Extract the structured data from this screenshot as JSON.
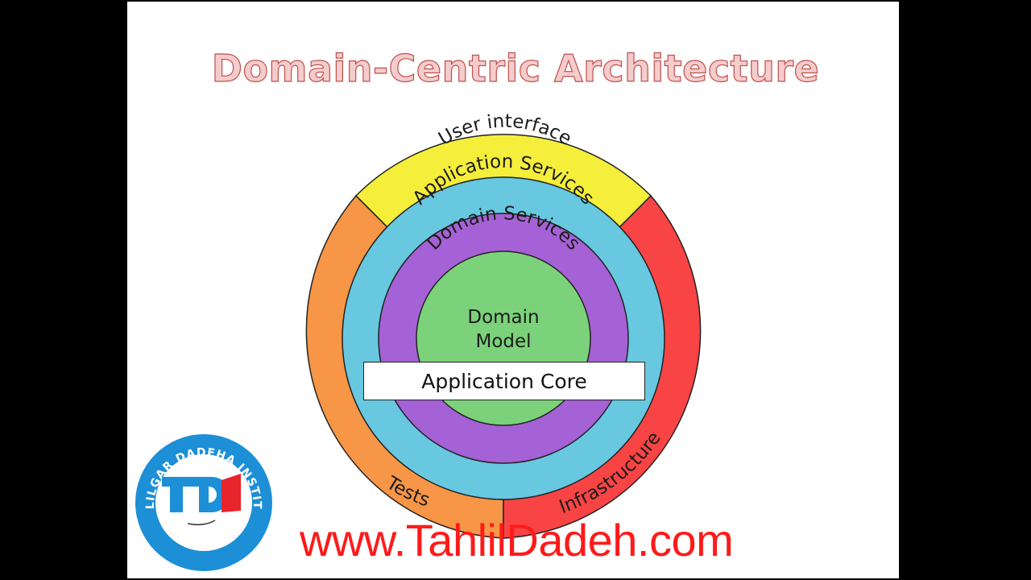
{
  "slide": {
    "title": "Domain-Centric  Architecture",
    "layers": {
      "user_interface": "User interface",
      "application_services": "Application Services",
      "domain_services": "Domain Services",
      "domain_model_line1": "Domain",
      "domain_model_line2": "Model",
      "tests": "Tests",
      "infrastructure": "Infrastructure"
    },
    "application_core": "Application Core",
    "colors": {
      "user_interface": "#f5ee3a",
      "application_services": "#67c8e0",
      "domain_services": "#a561d6",
      "domain_model": "#7cd27a",
      "tests": "#f79646",
      "infrastructure": "#f84444",
      "title_fill": "#f4cccc",
      "title_stroke": "#c0504d",
      "website": "#ff1a1a",
      "logo_blue": "#1d8fd6"
    }
  },
  "watermark": {
    "website": "www.TahlilDadeh.com",
    "logo_ring_text": "TAHLILGAR DADEHA INSTITUTE",
    "logo_letters": "TD"
  }
}
